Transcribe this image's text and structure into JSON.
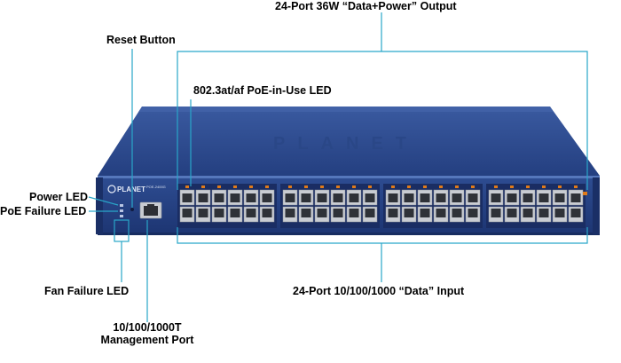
{
  "callouts": {
    "output_ports": "24-Port 36W “Data+Power” Output",
    "reset_button": "Reset Button",
    "poe_in_use_led": "802.3at/af PoE-in-Use LED",
    "power_led": "Power LED",
    "poe_failure_led": "PoE Failure LED",
    "fan_failure_led": "Fan Failure LED",
    "input_ports": "24-Port 10/100/1000 “Data” Input",
    "management_port_line1": "10/100/1000T",
    "management_port_line2": "Management Port"
  },
  "device": {
    "brand_logo": "PLANET",
    "model_badge": "POE-2400G",
    "colors": {
      "body_blue": "#2b4a8c",
      "body_dark": "#1c3470",
      "callout_line": "#29a6c9",
      "led_orange": "#e07b1a",
      "rj45_shell": "#c9ccd2"
    }
  }
}
